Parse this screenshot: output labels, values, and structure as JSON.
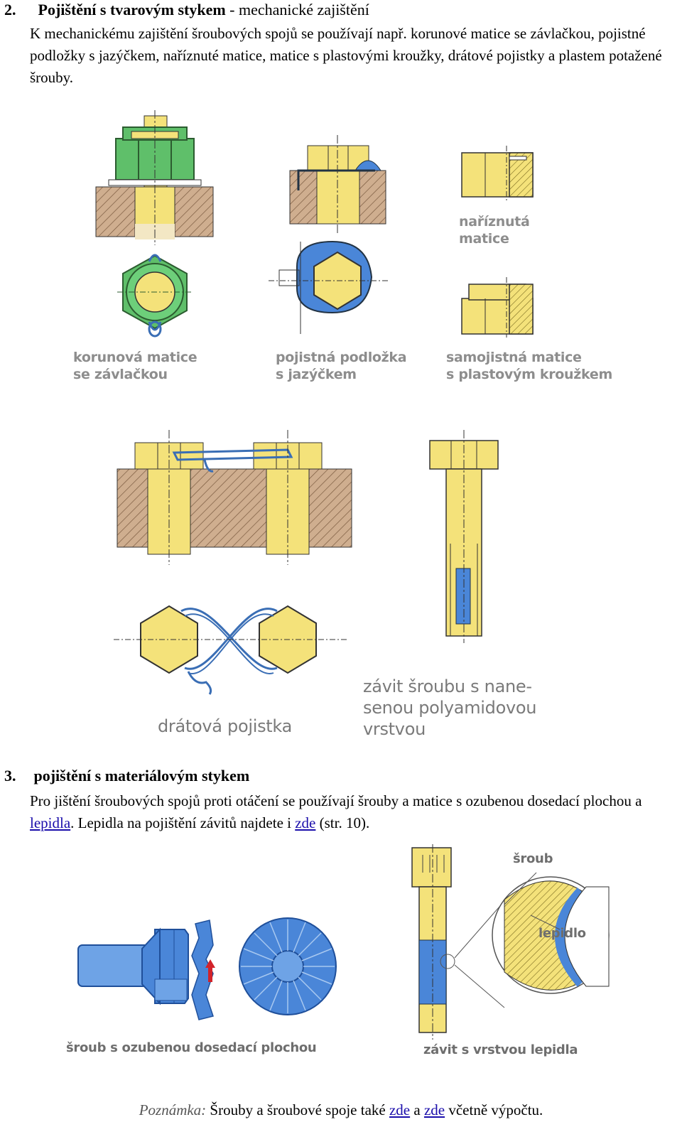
{
  "section2": {
    "number": "2.",
    "title_bold": "Pojištění s tvarovým stykem",
    "title_rest": " -  mechanické zajištění",
    "paragraph": "K mechanickému zajištění šroubových spojů se používají např. korunové matice se závlačkou, pojistné podložky s jazýčkem, naříznuté matice, matice s plastovými kroužky, drátové pojistky a plastem potažené šrouby."
  },
  "figures_top": {
    "crown_nut_line1": "korunová matice",
    "crown_nut_line2": "se závlačkou",
    "tab_washer_line1": "pojistná podložka",
    "tab_washer_line2": "s jazýčkem",
    "slotted_nut_line1": "naříznutá",
    "slotted_nut_line2": "matice",
    "self_locking_line1": "samojistná matice",
    "self_locking_line2": "s plastovým kroužkem"
  },
  "figures_middle": {
    "wire_lock": "drátová pojistka",
    "polyamide_line1": "závit šroubu s nane-",
    "polyamide_line2": "senou polyamidovou",
    "polyamide_line3": "vrstvou"
  },
  "section3": {
    "number": "3.",
    "title_bold": "pojištění s materiálovým stykem",
    "p_text1": "Pro jištění šroubových spojů proti otáčení se používají šrouby a matice s ozubenou dosedací plochou a ",
    "p_link1": "lepidla",
    "p_text2": ". Lepidla na pojištění závitů najdete i ",
    "p_link2": "zde",
    "p_text3": " (str. 10)."
  },
  "figures_bottom": {
    "bolt_label": "šroub",
    "adhesive_label": "lepidlo",
    "serrated_caption": "šroub s ozubenou dosedací plochou",
    "thread_caption": "závit s vrstvou lepidla"
  },
  "note": {
    "label": "Poznámka:",
    "text1": " Šrouby a šroubové spoje také ",
    "link1": "zde",
    "text2": " a ",
    "link2": "zde",
    "text3": " včetně výpočtu."
  },
  "colors": {
    "yellow": "#f4e27a",
    "green": "#5fbf6a",
    "blue": "#4a86d8",
    "brown": "#c9a585",
    "red": "#d2232a"
  }
}
